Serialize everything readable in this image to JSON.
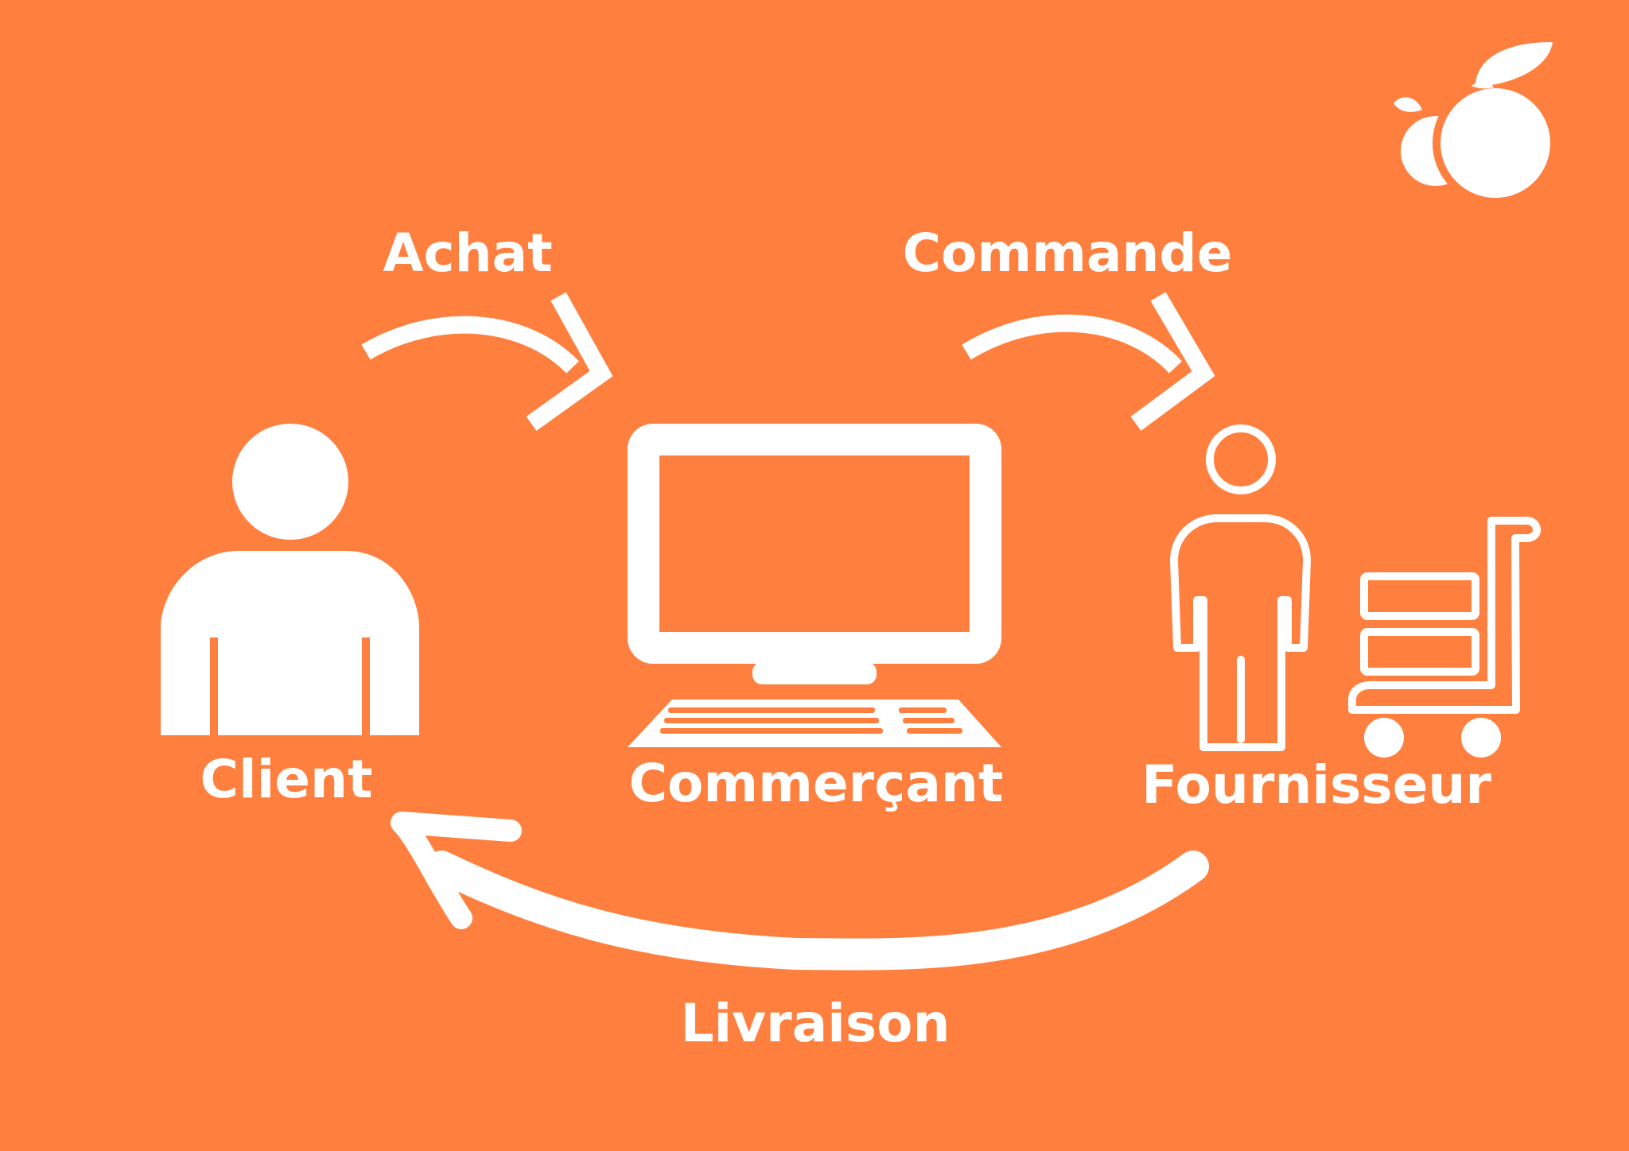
{
  "labels": {
    "achat": "Achat",
    "commande": "Commande",
    "client": "Client",
    "commercant": "Commerçant",
    "fournisseur": "Fournisseur",
    "livraison": "Livraison"
  },
  "icons": {
    "client": "person-icon",
    "commercant": "computer-icon",
    "fournisseur": "delivery-worker-with-cart-icon",
    "brand": "fruit-logo-icon"
  },
  "colors": {
    "background": "#FF7F3E",
    "foreground": "#FFFFFF"
  }
}
